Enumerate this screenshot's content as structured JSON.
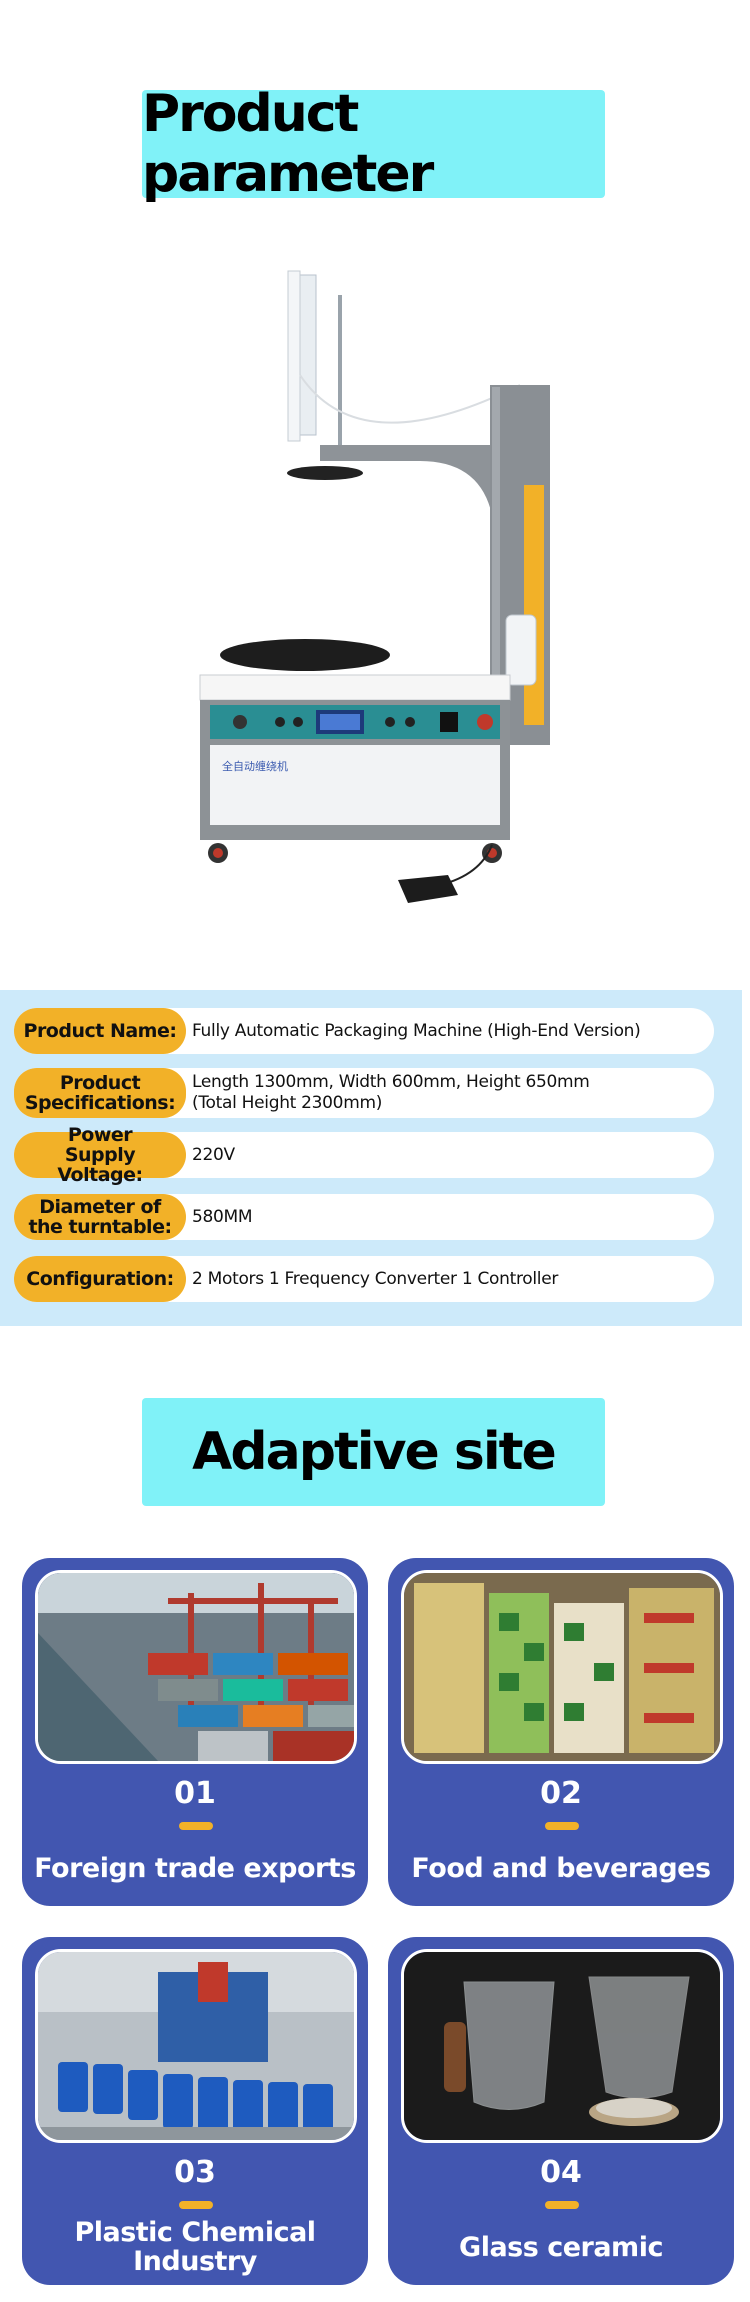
{
  "sections": {
    "parameter_title": "Product parameter",
    "adaptive_title": "Adaptive site"
  },
  "product": {
    "icon": "stretch-wrapping-machine-illustration",
    "panel_text": "全自动缠绕机"
  },
  "parameters": [
    {
      "label": "Product Name:",
      "value": "Fully Automatic Packaging Machine (High-End Version)"
    },
    {
      "label": "Product Specifications:",
      "value": "Length 1300mm, Width 600mm, Height 650mm (Total Height 2300mm)"
    },
    {
      "label": "Power Supply Voltage:",
      "value": "220V"
    },
    {
      "label": "Diameter of the turntable:",
      "value": "580MM"
    },
    {
      "label": "Configuration:",
      "value": "2 Motors  1 Frequency Converter 1 Controller"
    }
  ],
  "sites": [
    {
      "number": "01",
      "caption": "Foreign trade exports",
      "icon": "container-port-image"
    },
    {
      "number": "02",
      "caption": "Food and beverages",
      "icon": "beverage-boxes-image"
    },
    {
      "number": "03",
      "caption": "Plastic Chemical Industry",
      "icon": "chemical-barrels-image"
    },
    {
      "number": "04",
      "caption": "Glass ceramic",
      "icon": "glassware-image"
    }
  ],
  "colors": {
    "banner": "#80f2f8",
    "param_bg": "#cdeafa",
    "label_orange": "#f2b128",
    "card_blue": "#4256b0"
  }
}
